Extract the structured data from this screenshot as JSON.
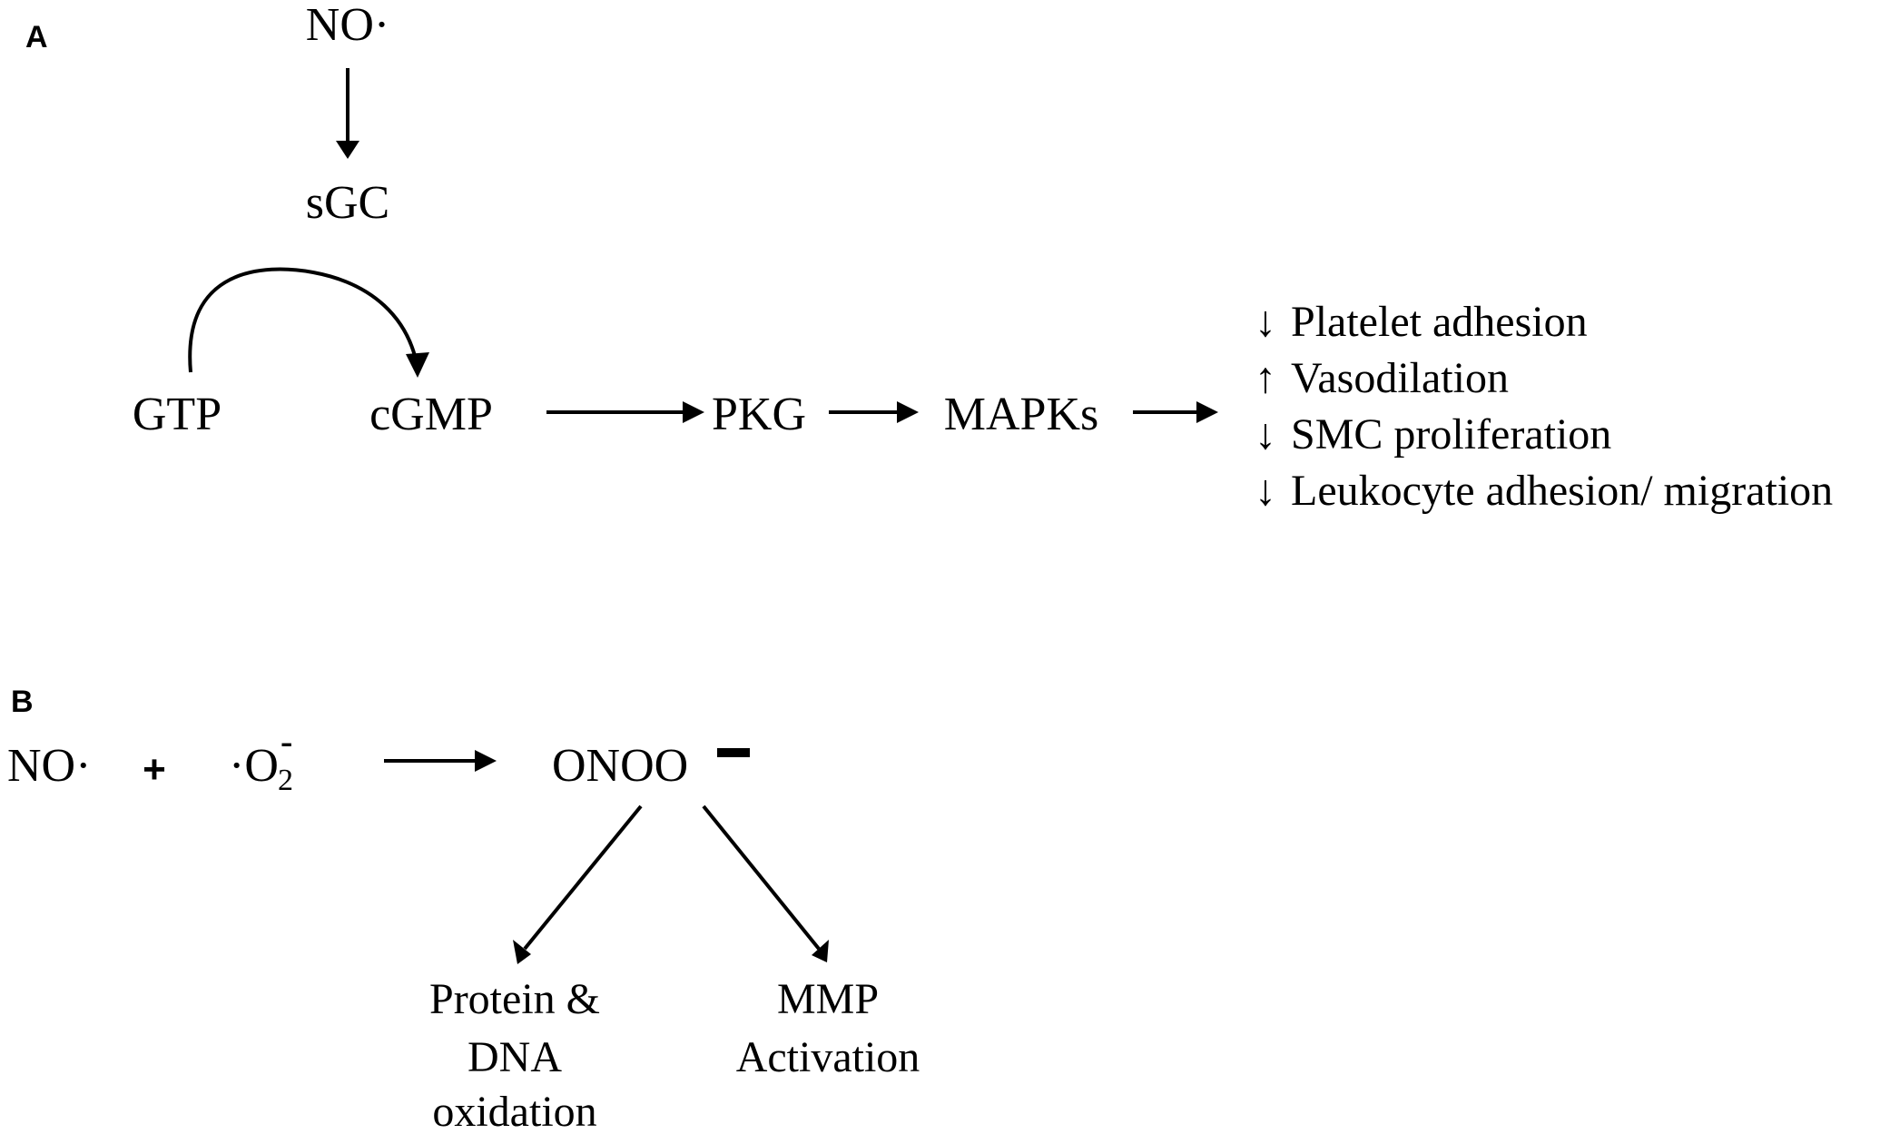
{
  "panel_a": {
    "letter": "A",
    "nodes": {
      "no": "NO·",
      "sgc": "sGC",
      "gtp": "GTP",
      "cgmp": "cGMP",
      "pkg": "PKG",
      "mapks": "MAPKs"
    },
    "effects": [
      {
        "symbol": "↓",
        "text": "Platelet adhesion"
      },
      {
        "symbol": "↑",
        "text": "Vasodilation"
      },
      {
        "symbol": "↓",
        "text": "SMC proliferation"
      },
      {
        "symbol": "↓",
        "text": "Leukocyte adhesion/ migration"
      }
    ]
  },
  "panel_b": {
    "letter": "B",
    "reactant_1": "NO·",
    "plus": "+",
    "reactant_2": "·O",
    "reactant_2_sub": "2",
    "reactant_2_sup": "-",
    "product": "ONOO",
    "product_charge": "–",
    "outcome_1": [
      "Protein &",
      "DNA",
      "oxidation"
    ],
    "outcome_2": [
      "MMP",
      "Activation"
    ]
  }
}
